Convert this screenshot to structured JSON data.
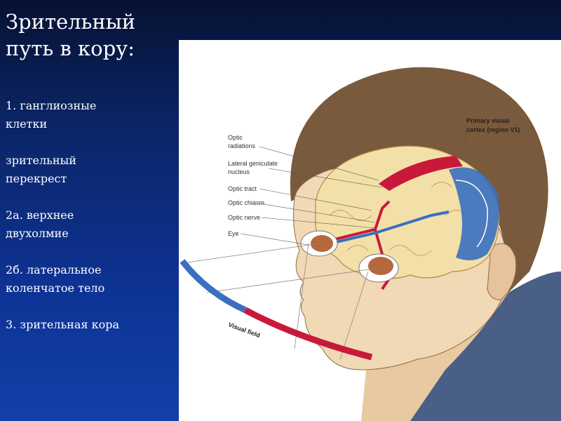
{
  "slide": {
    "title_lines": [
      "Зрительный",
      "путь в кору:"
    ],
    "items": [
      {
        "lines": [
          "1. ганглиозные",
          "клетки"
        ]
      },
      {
        "lines": [
          "зрительный",
          "перекрест"
        ]
      },
      {
        "lines": [
          "2а. верхнее",
          "двухолмие"
        ]
      },
      {
        "lines": [
          "2б. латеральное",
          "коленчатое тело"
        ]
      },
      {
        "lines": [
          "3. зрительная кора"
        ]
      }
    ]
  },
  "figure": {
    "labels": {
      "optic_radiations": [
        "Optic",
        "radiations"
      ],
      "lgn": [
        "Lateral geniculate",
        "nucleus"
      ],
      "optic_tract": "Optic tract",
      "optic_chiasm": "Optic chiasm",
      "optic_nerve": "Optic nerve",
      "eye": "Eye",
      "primary_visual_cortex": [
        "Primary visual",
        "cortex (region V1)"
      ],
      "visual_field": "Visual field"
    },
    "colors": {
      "pathway_red": "#c8193a",
      "pathway_blue": "#3a6fc0",
      "brain": "#f3e0a8",
      "skin": "#f1d9b5",
      "hair": "#7a5a3c"
    }
  }
}
